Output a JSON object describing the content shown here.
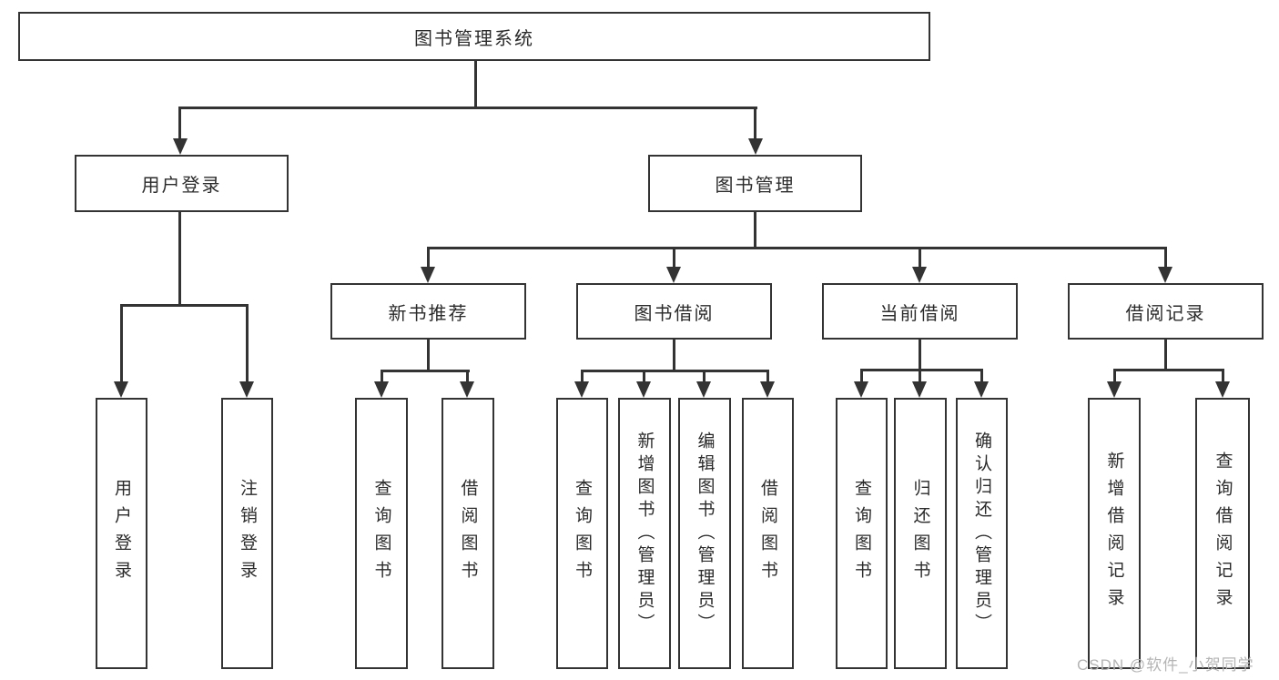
{
  "colors": {
    "line": "#333333",
    "text": "#2b2b2b",
    "bg": "#ffffff",
    "watermark": "#b5b5b5"
  },
  "watermark": {
    "text": "CSDN @软件_小贺同学"
  },
  "tree": {
    "root": {
      "label": "图书管理系统"
    },
    "branches": [
      {
        "label": "用户登录",
        "leaves": [
          {
            "label": "用户登录"
          },
          {
            "label": "注销登录"
          }
        ]
      },
      {
        "label": "图书管理",
        "groups": [
          {
            "label": "新书推荐",
            "leaves": [
              {
                "label": "查询图书"
              },
              {
                "label": "借阅图书"
              }
            ]
          },
          {
            "label": "图书借阅",
            "leaves": [
              {
                "label": "查询图书"
              },
              {
                "label": "新增图书（管理员）"
              },
              {
                "label": "编辑图书（管理员）"
              },
              {
                "label": "借阅图书"
              }
            ]
          },
          {
            "label": "当前借阅",
            "leaves": [
              {
                "label": "查询图书"
              },
              {
                "label": "归还图书"
              },
              {
                "label": "确认归还（管理员）"
              }
            ]
          },
          {
            "label": "借阅记录",
            "leaves": [
              {
                "label": "新增借阅记录"
              },
              {
                "label": "查询借阅记录"
              }
            ]
          }
        ]
      }
    ]
  }
}
